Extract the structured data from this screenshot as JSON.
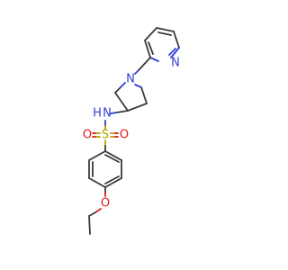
{
  "molecule": {
    "atoms": {
      "pyridine_n": "N",
      "pyrrolidine_n": "N",
      "amide_n": "N",
      "amide_h": "H",
      "sulfur": "S",
      "sulfonyl_o_left": "O",
      "sulfonyl_o_right": "O",
      "ether_o": "O"
    }
  },
  "colors": {
    "carbon_bond": "#3a3a3a",
    "nitrogen": "#2f3fd0",
    "oxygen": "#e11919",
    "sulfur": "#b8a100"
  }
}
